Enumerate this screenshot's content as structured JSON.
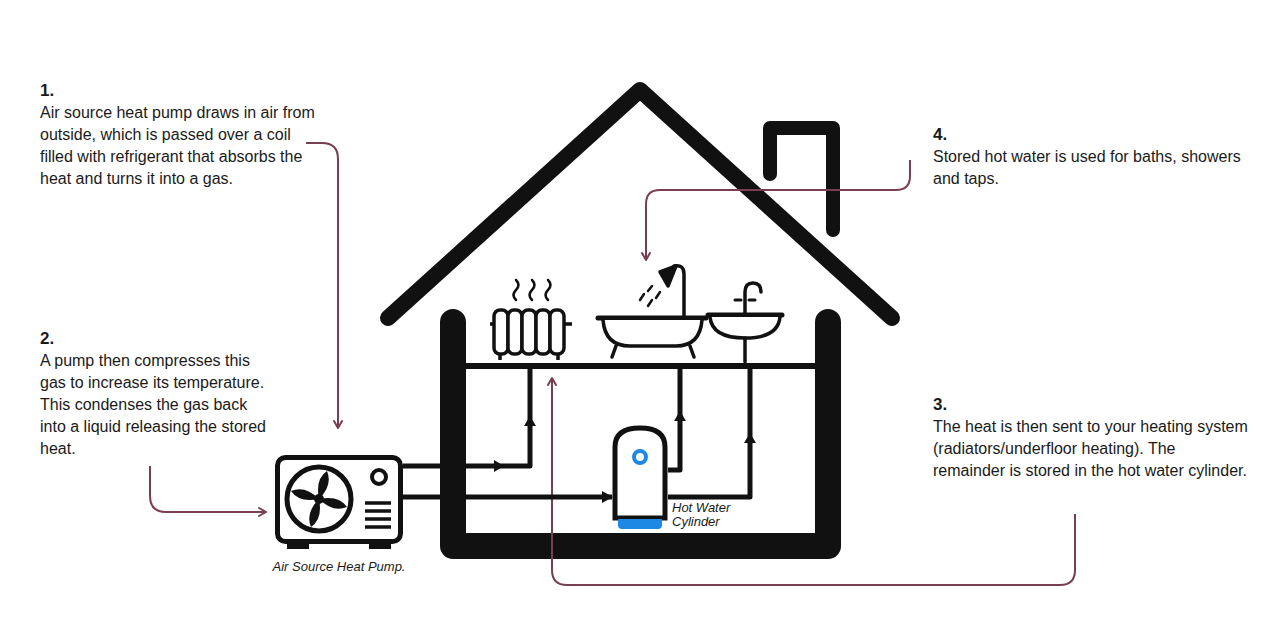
{
  "diagram": {
    "nodes": [
      {
        "text": [
          "Air Source Heat Pump."
        ]
      },
      {
        "text": [
          "Hot Water Cylinder"
        ]
      }
    ],
    "edges": [
      {
        "from": 0,
        "to": 1,
        "arrow": "to"
      }
    ],
    "labels": [
      "1.",
      "Air source heat pump draws in air from outside, which is passed over a coil filled with refrigerant that absorbs the heat and turns it into a gas.",
      "4.",
      "Stored hot water is used for baths, showers and taps.",
      "2.",
      "A pump then compresses this gas to increase its temperature. This condenses the gas back into a liquid releasing the stored heat.",
      "3.",
      "The heat is then sent to your heating system (radiators/underfloor heating). The remainder is stored in the hot water cylinder."
    ]
  }
}
